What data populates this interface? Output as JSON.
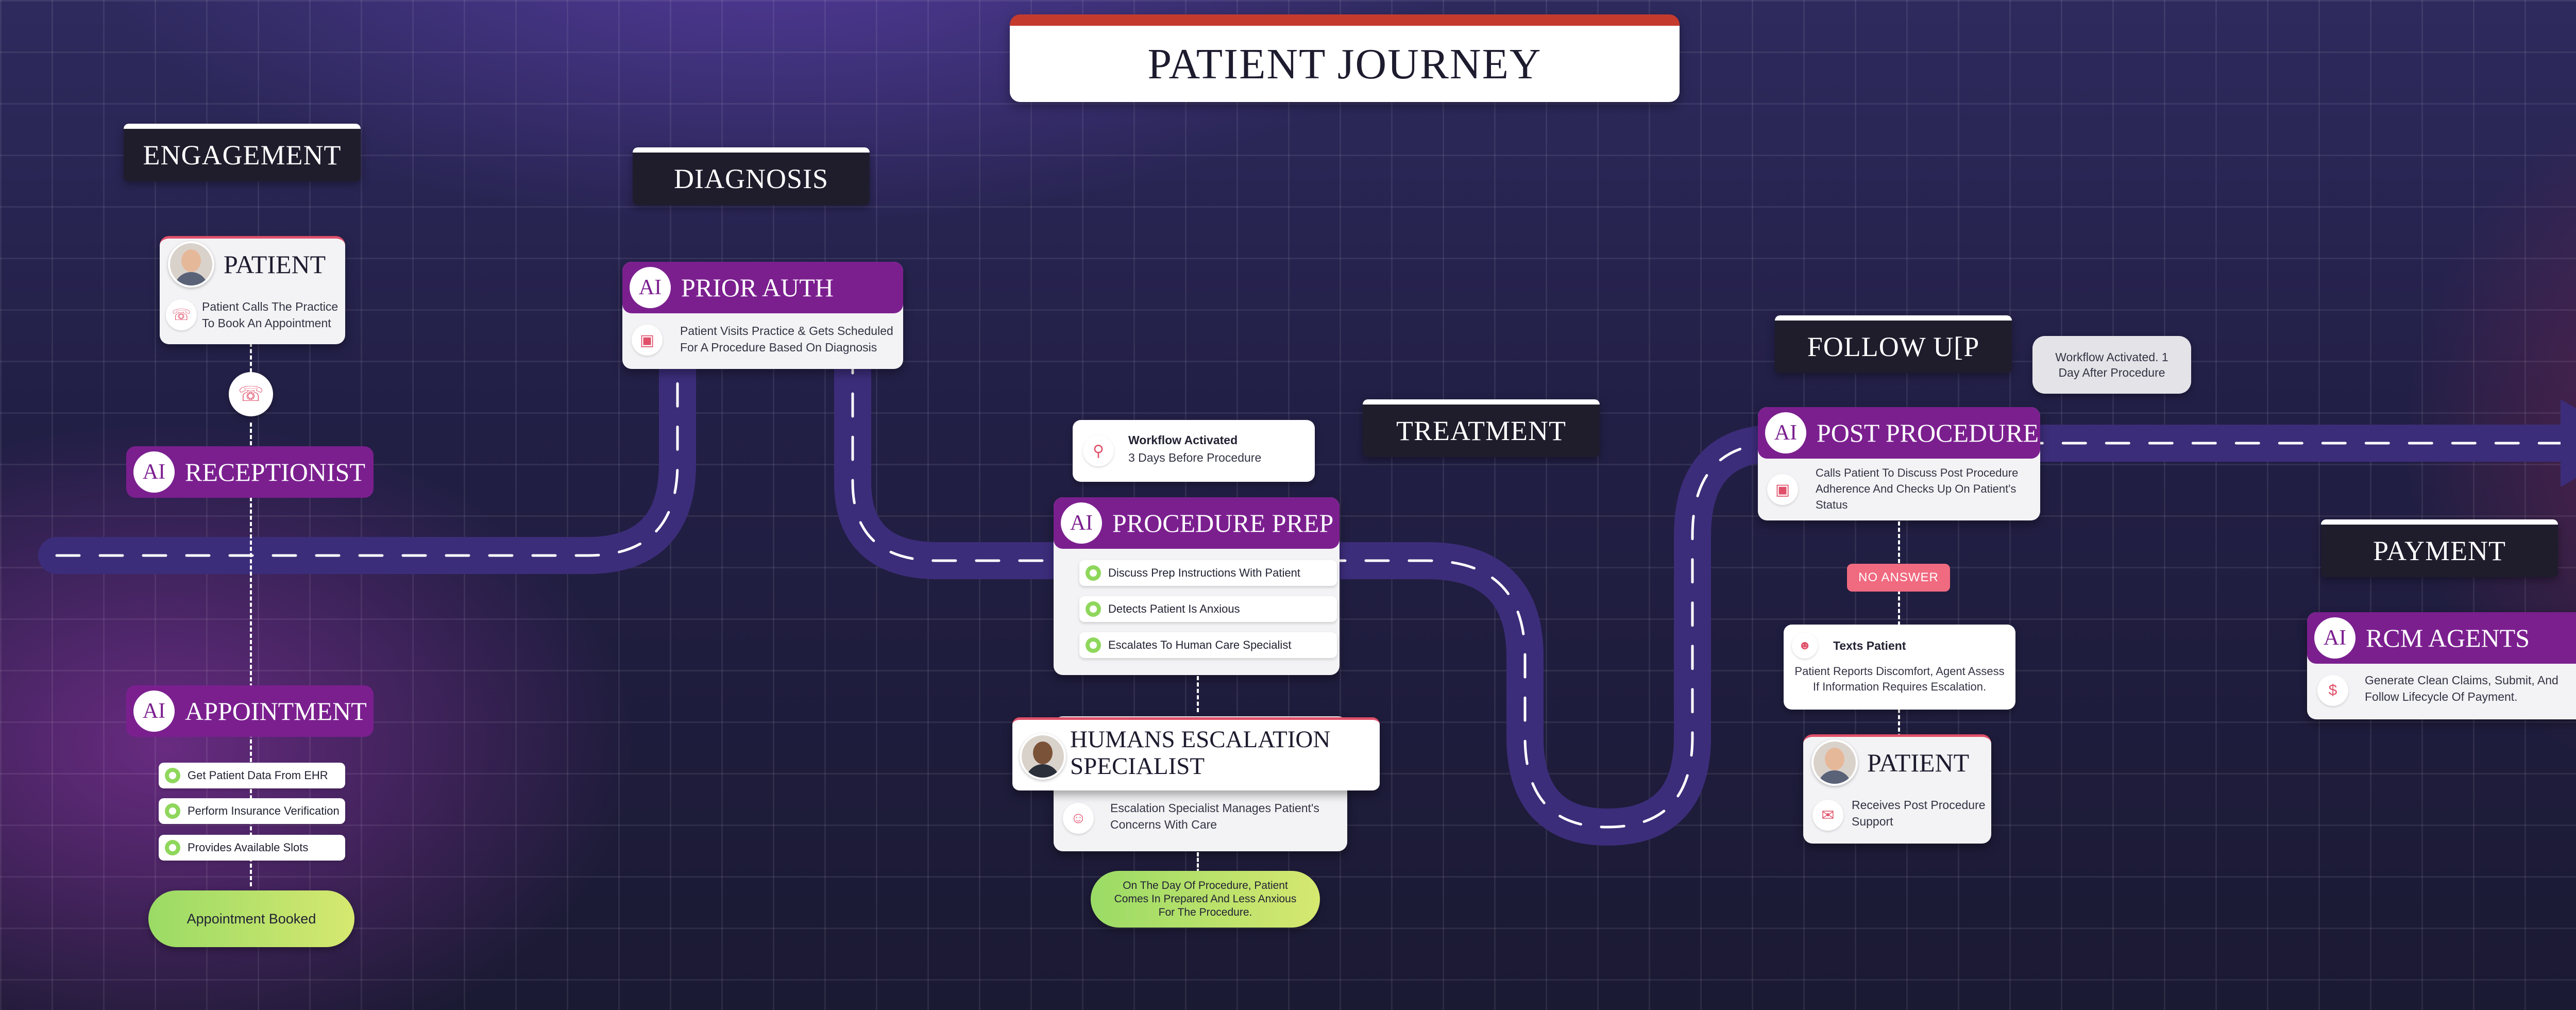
{
  "title": "PATIENT JOURNEY",
  "stages": {
    "engagement": "ENGAGEMENT",
    "diagnosis": "DIAGNOSIS",
    "treatment": "TREATMENT",
    "follow_up": "FOLLOW U[P",
    "payment": "PAYMENT"
  },
  "ai_badge": "AI",
  "engagement": {
    "patient_card": {
      "title": "PATIENT",
      "text": "Patient Calls The Practice To Book An Appointment"
    },
    "receptionist": {
      "title": "RECEPTIONIST"
    },
    "appointment": {
      "title": "APPOINTMENT",
      "steps": [
        "Get Patient Data From EHR",
        "Perform Insurance Verification",
        "Provides Available Slots"
      ]
    },
    "booked": "Appointment Booked"
  },
  "diagnosis": {
    "prior_auth": {
      "title": "PRIOR AUTH",
      "text": "Patient Visits Practice & Gets Scheduled For A Procedure Based On Diagnosis"
    }
  },
  "treatment": {
    "workflow_note": {
      "title": "Workflow Activated",
      "text": "3 Days Before Procedure"
    },
    "procedure_prep": {
      "title": "PROCEDURE PREP",
      "steps": [
        "Discuss Prep Instructions With Patient",
        "Detects Patient Is Anxious",
        "Escalates To Human Care Specialist"
      ]
    },
    "escalation": {
      "title": "HUMANS ESCALATION SPECIALIST",
      "text": "Escalation Specialist Manages Patient's Concerns With Care"
    },
    "outcome": "On The Day Of Procedure, Patient Comes In Prepared And Less Anxious For The Procedure."
  },
  "follow_up": {
    "workflow_note": "Workflow Activated. 1 Day After Procedure",
    "post_procedure": {
      "title": "POST PROCEDURE",
      "text": "Calls Patient To Discuss Post Procedure Adherence And Checks Up On Patient's Status"
    },
    "no_answer": "NO ANSWER",
    "texts_patient": {
      "title": "Texts Patient",
      "text": "Patient Reports Discomfort, Agent Assess If Information Requires Escalation."
    },
    "patient_card": {
      "title": "PATIENT",
      "text": "Receives Post Procedure Support"
    }
  },
  "payment": {
    "rcm": {
      "title": "RCM AGENTS",
      "text": "Generate Clean Claims, Submit, And Follow Lifecycle Of Payment."
    }
  },
  "colors": {
    "road": "#3c2d7a",
    "card_header": "#7b1f8f",
    "title_accent": "#c43b2e",
    "check": "#8fd75c",
    "alert": "#f06a80"
  }
}
